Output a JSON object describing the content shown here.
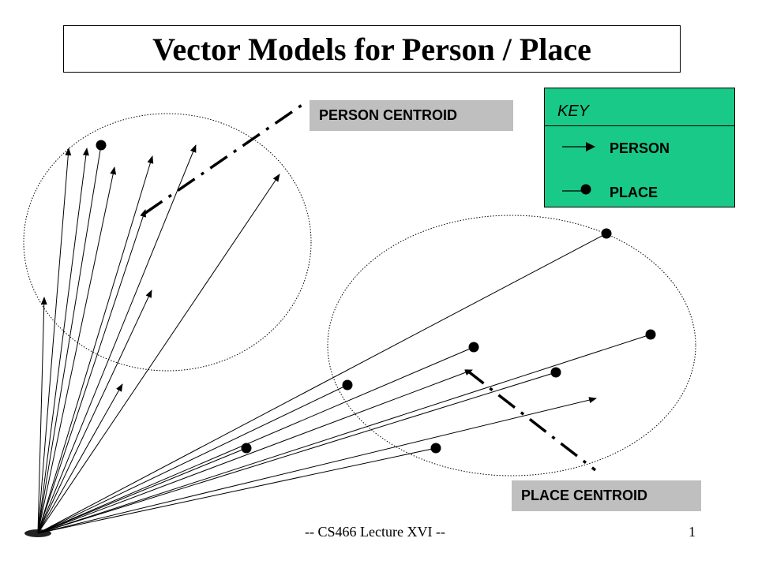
{
  "slide": {
    "title": "Vector Models for Person / Place",
    "footer": "-- CS466 Lecture XVI --",
    "page_number": "1"
  },
  "labels": {
    "person_centroid": "PERSON CENTROID",
    "place_centroid": "PLACE CENTROID"
  },
  "key": {
    "title": "KEY",
    "person": "PERSON",
    "place": "PLACE"
  },
  "colors": {
    "key_background": "#19c987",
    "label_background": "#bfbfbf",
    "ink": "#000000"
  }
}
